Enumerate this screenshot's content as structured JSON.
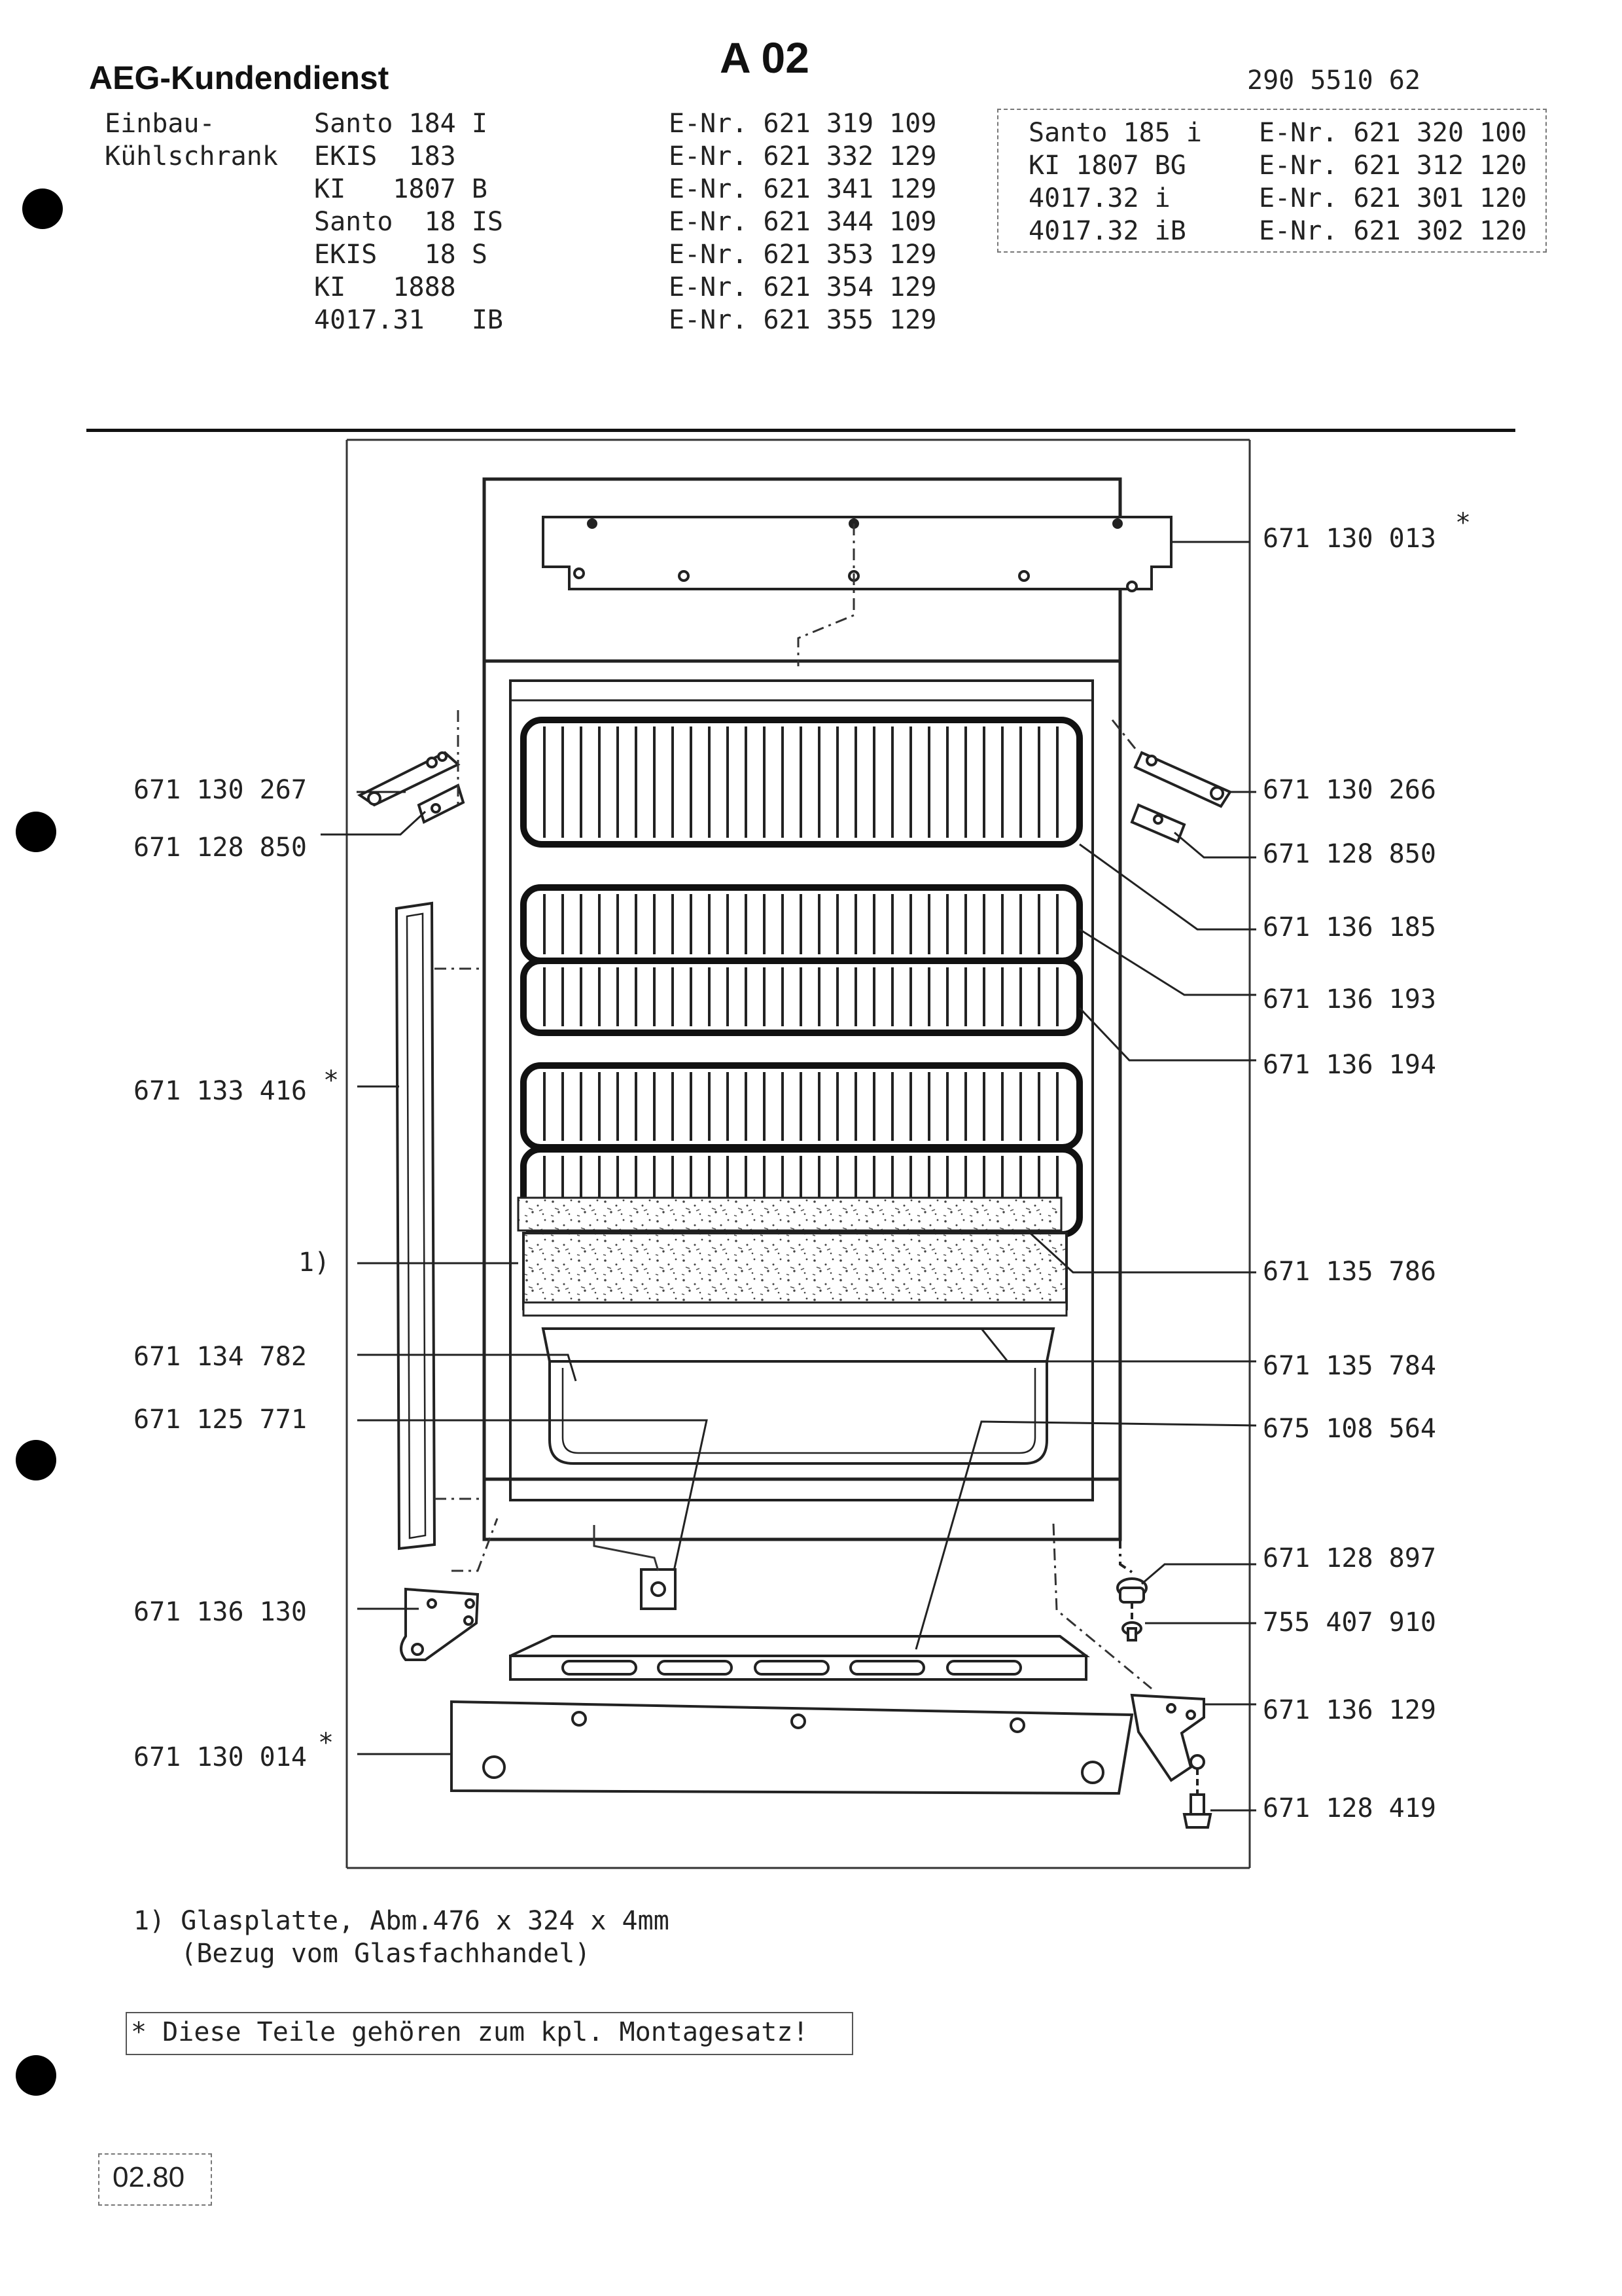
{
  "header": {
    "brand": "AEG-Kundendienst",
    "page_id": "A 02",
    "doc_number": "290 5510 62",
    "category_line1": "Einbau-",
    "category_line2": "Kühlschrank"
  },
  "models_left": [
    {
      "model": "Santo 184 I",
      "enr": "E-Nr. 621 319 109"
    },
    {
      "model": "EKIS  183",
      "enr": "E-Nr. 621 332 129"
    },
    {
      "model": "KI   1807 B",
      "enr": "E-Nr. 621 341 129"
    },
    {
      "model": "Santo  18 IS",
      "enr": "E-Nr. 621 344 109"
    },
    {
      "model": "EKIS   18 S",
      "enr": "E-Nr. 621 353 129"
    },
    {
      "model": "KI   1888",
      "enr": "E-Nr. 621 354 129"
    },
    {
      "model": "4017.31   IB",
      "enr": "E-Nr. 621 355 129"
    }
  ],
  "models_right": [
    {
      "model": "Santo 185 i",
      "enr": "E-Nr. 621 320 100"
    },
    {
      "model": "KI 1807 BG",
      "enr": "E-Nr. 621 312 120"
    },
    {
      "model": "4017.32 i",
      "enr": "E-Nr. 621 301 120"
    },
    {
      "model": "4017.32 iB",
      "enr": "E-Nr. 621 302 120"
    }
  ],
  "parts": {
    "p_top_bar": "671 130 013",
    "star": "*",
    "p_hinge_upper_left": "671 130 267",
    "p_pin_upper_left": "671 128 850",
    "p_hinge_upper_right": "671 130 266",
    "p_pin_upper_right": "671 128 850",
    "p_shelf_1": "671 136 185",
    "p_shelf_2": "671 136 193",
    "p_shelf_3": "671 136 194",
    "p_gasket": "671 133 416",
    "p_glass_ref": "1)",
    "p_glass_frame": "671 135 786",
    "p_crisper_left": "671 134 782",
    "p_crisper": "671 125 771",
    "p_crisper_cover": "671 135 784",
    "p_grille": "675 108 564",
    "p_foot": "671 128 897",
    "p_screw": "755 407 910",
    "p_hinge_lower_left": "671 136 130",
    "p_hinge_lower_right": "671 136 129",
    "p_bottom_bar": "671 130 014",
    "p_bolt": "671 128 419"
  },
  "footnotes": {
    "glass_note_line1": "1) Glasplatte, Abm.476 x 324 x 4mm",
    "glass_note_line2": "   (Bezug vom Glasfachhandel)",
    "assembly_note": "* Diese Teile gehören zum kpl. Montagesatz!",
    "date": "02.80"
  }
}
